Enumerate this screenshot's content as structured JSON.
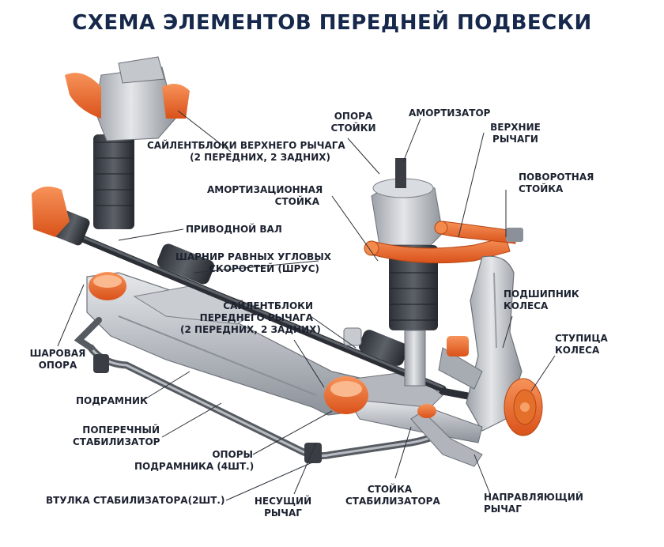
{
  "title": "СХЕМА ЭЛЕМЕНТОВ ПЕРЕДНЕЙ ПОДВЕСКИ",
  "colors": {
    "title": "#16284c",
    "orange": "#e8661c",
    "metal_light": "#d4d7db",
    "metal_mid": "#a7acb3",
    "metal_dark": "#4a4f56",
    "leader": "#2a2f38"
  },
  "labels": {
    "silentblocks_upper": [
      "САЙЛЕНТБЛОКИ ВЕРХНЕГО РЫЧАГА",
      "(2 ПЕРЕДНИХ, 2 ЗАДНИХ)"
    ],
    "strut_mount": [
      "ОПОРА",
      "СТОЙКИ"
    ],
    "shock_absorber": [
      "АМОРТИЗАТОР"
    ],
    "upper_arms": [
      "ВЕРХНИЕ",
      "РЫЧАГИ"
    ],
    "knuckle": [
      "ПОВОРОТНАЯ",
      "СТОЙКА"
    ],
    "strut": [
      "АМОРТИЗАЦИОННАЯ",
      "СТОЙКА"
    ],
    "drive_shaft": [
      "ПРИВОДНОЙ ВАЛ"
    ],
    "cv_joint": [
      "ШАРНИР РАВНЫХ УГЛОВЫХ",
      "СКОРОСТЕЙ (ШРУС)"
    ],
    "wheel_bearing": [
      "ПОДШИПНИК",
      "КОЛЕСА"
    ],
    "silentblocks_lower": [
      "САЙЛЕНТБЛОКИ",
      "ПЕРЕДНЕГО РЫЧАГА",
      "(2 ПЕРЕДНИХ, 2 ЗАДНИХ)"
    ],
    "ball_joint": [
      "ШАРОВАЯ",
      "ОПОРА"
    ],
    "hub": [
      "СТУПИЦА",
      "КОЛЕСА"
    ],
    "subframe": [
      "ПОДРАМНИК"
    ],
    "stabilizer": [
      "ПОПЕРЕЧНЫЙ",
      "СТАБИЛИЗАТОР"
    ],
    "subframe_mounts": [
      "ОПОРЫ",
      "ПОДРАМНИКА (4ШТ.)"
    ],
    "stab_bushing": [
      "ВТУЛКА СТАБИЛИЗАТОРА(2ШТ.)"
    ],
    "lower_arm": [
      "НЕСУЩИЙ",
      "РЫЧАГ"
    ],
    "stab_link": [
      "СТОЙКА",
      "СТАБИЛИЗАТОРА"
    ],
    "guide_arm": [
      "НАПРАВЛЯЮЩИЙ",
      "РЫЧАГ"
    ]
  }
}
